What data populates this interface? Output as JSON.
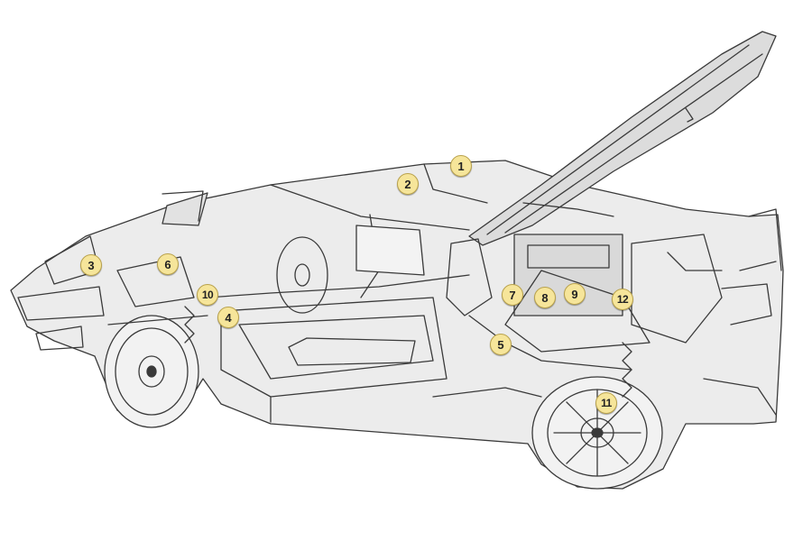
{
  "illustration": {
    "subject": "car-cutaway",
    "line_color": "#3a3a3a",
    "fill_color": "#e9e9e9",
    "marker_color": "#f6e59a"
  },
  "markers": [
    {
      "label": "1"
    },
    {
      "label": "2"
    },
    {
      "label": "3"
    },
    {
      "label": "4"
    },
    {
      "label": "5"
    },
    {
      "label": "6"
    },
    {
      "label": "7"
    },
    {
      "label": "8"
    },
    {
      "label": "9"
    },
    {
      "label": "10"
    },
    {
      "label": "11"
    },
    {
      "label": "12"
    }
  ]
}
